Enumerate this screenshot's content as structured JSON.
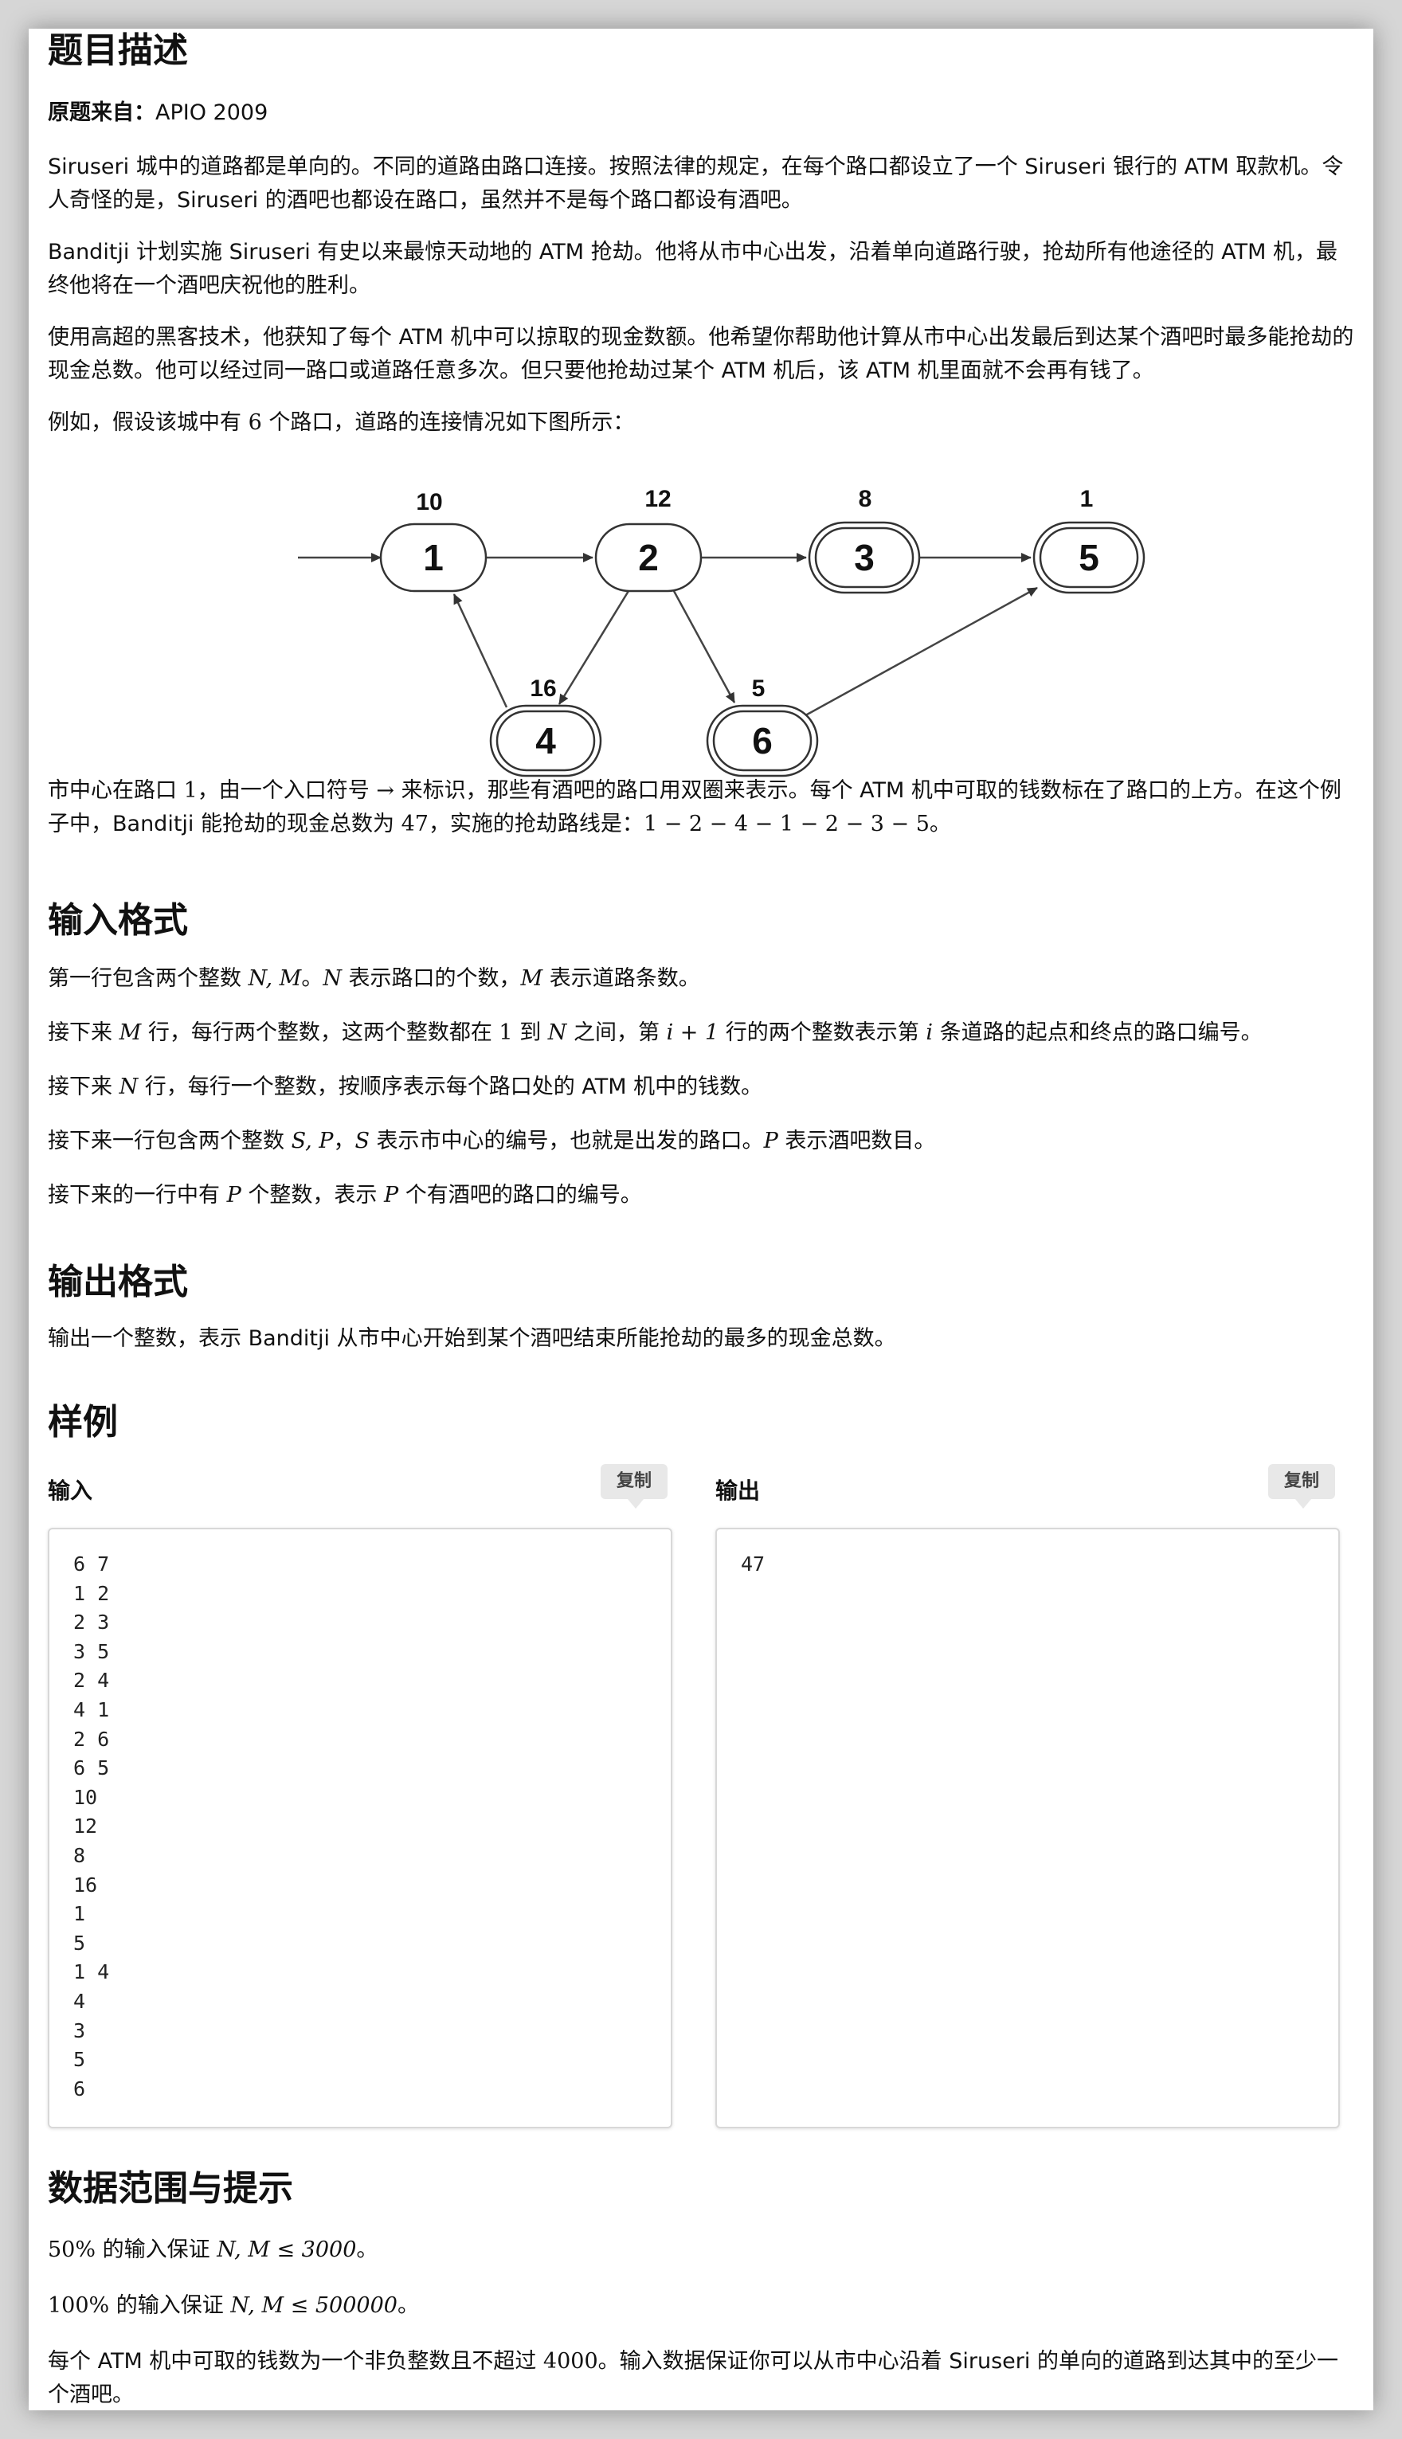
{
  "description": {
    "heading": "题目描述",
    "source_label": "原题来自：",
    "source_value": "APIO 2009",
    "p1": "Siruseri 城中的道路都是单向的。不同的道路由路口连接。按照法律的规定，在每个路口都设立了一个 Siruseri 银行的 ATM 取款机。令人奇怪的是，Siruseri 的酒吧也都设在路口，虽然并不是每个路口都设有酒吧。",
    "p2": "Banditji 计划实施 Siruseri 有史以来最惊天动地的 ATM 抢劫。他将从市中心出发，沿着单向道路行驶，抢劫所有他途径的 ATM 机，最终他将在一个酒吧庆祝他的胜利。",
    "p3": "使用高超的黑客技术，他获知了每个 ATM 机中可以掠取的现金数额。他希望你帮助他计算从市中心出发最后到达某个酒吧时最多能抢劫的现金总数。他可以经过同一路口或道路任意多次。但只要他抢劫过某个 ATM 机后，该 ATM 机里面就不会再有钱了。",
    "p4_a": "例如，假设该城中有 ",
    "p4_n": "6",
    "p4_b": " 个路口，道路的连接情况如下图所示：",
    "p5_a": "市中心在路口 ",
    "p5_n1": "1",
    "p5_b": "，由一个入口符号 ",
    "p5_arrow": "→",
    "p5_c": " 来标识，那些有酒吧的路口用双圈来表示。每个 ATM 机中可取的钱数标在了路口的上方。在这个例子中，Banditji 能抢劫的现金总数为 ",
    "p5_n2": "47",
    "p5_d": "，实施的抢劫路线是：",
    "p5_route": "1 − 2 − 4 − 1 − 2 − 3 − 5",
    "p5_e": "。"
  },
  "diagram": {
    "nodes": [
      {
        "label": "1",
        "value": "10"
      },
      {
        "label": "2",
        "value": "12"
      },
      {
        "label": "3",
        "value": "8"
      },
      {
        "label": "5",
        "value": "1"
      },
      {
        "label": "4",
        "value": "16"
      },
      {
        "label": "6",
        "value": "5"
      }
    ]
  },
  "input_format": {
    "heading": "输入格式",
    "l1_a": "第一行包含两个整数 ",
    "l1_m1": "N, M",
    "l1_b": "。",
    "l1_m2": "N",
    "l1_c": " 表示路口的个数，",
    "l1_m3": "M",
    "l1_d": " 表示道路条数。",
    "l2_a": "接下来 ",
    "l2_m1": "M",
    "l2_b": " 行，每行两个整数，这两个整数都在 ",
    "l2_n1": "1",
    "l2_c": " 到 ",
    "l2_m2": "N",
    "l2_d": " 之间，第 ",
    "l2_m3": "i + 1",
    "l2_e": " 行的两个整数表示第 ",
    "l2_m4": "i",
    "l2_f": " 条道路的起点和终点的路口编号。",
    "l3_a": "接下来 ",
    "l3_m1": "N",
    "l3_b": " 行，每行一个整数，按顺序表示每个路口处的 ATM 机中的钱数。",
    "l4_a": "接下来一行包含两个整数 ",
    "l4_m1": "S, P",
    "l4_b": "，",
    "l4_m2": "S",
    "l4_c": " 表示市中心的编号，也就是出发的路口。",
    "l4_m3": "P",
    "l4_d": " 表示酒吧数目。",
    "l5_a": "接下来的一行中有 ",
    "l5_m1": "P",
    "l5_b": " 个整数，表示 ",
    "l5_m2": "P",
    "l5_c": " 个有酒吧的路口的编号。"
  },
  "output_format": {
    "heading": "输出格式",
    "text": "输出一个整数，表示 Banditji 从市中心开始到某个酒吧结束所能抢劫的最多的现金总数。"
  },
  "sample": {
    "heading": "样例",
    "input_label": "输入",
    "output_label": "输出",
    "copy_label": "复制",
    "input_text": "6 7\n1 2\n2 3\n3 5\n2 4\n4 1\n2 6\n6 5\n10\n12\n8\n16\n1\n5\n1 4\n4\n3\n5\n6",
    "output_text": "47"
  },
  "constraints": {
    "heading": "数据范围与提示",
    "c1_pct": "50%",
    "c1_a": " 的输入保证 ",
    "c1_m": "N, M ≤ 3000",
    "c1_b": "。",
    "c2_pct": "100%",
    "c2_a": " 的输入保证 ",
    "c2_m": "N, M ≤ 500000",
    "c2_b": "。",
    "c3_a": "每个 ATM 机中可取的钱数为一个非负整数且不超过 ",
    "c3_n": "4000",
    "c3_b": "。输入数据保证你可以从市中心沿着 Siruseri 的单向的道路到达其中的至少一个酒吧。"
  }
}
